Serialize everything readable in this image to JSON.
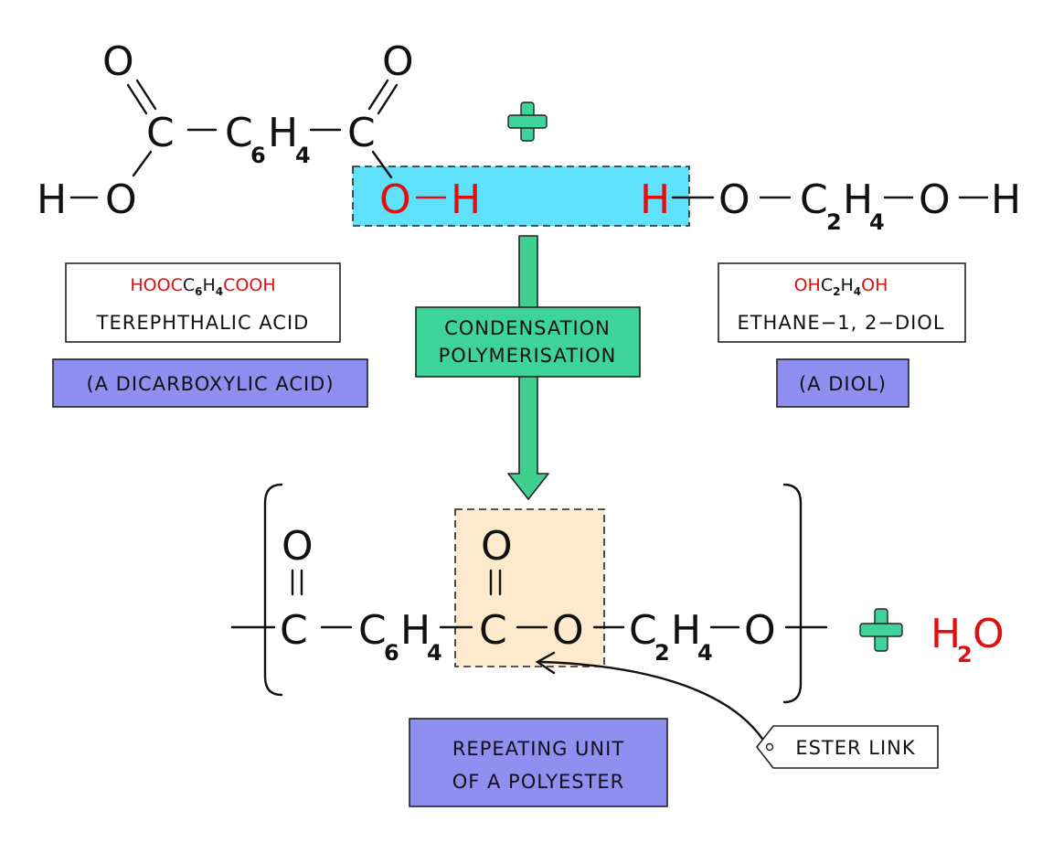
{
  "reactant_acid": {
    "atom_O_top_1": "O",
    "atom_O_top_2": "O",
    "atom_C_1": "C",
    "atom_C_2": "C",
    "group_C": "C",
    "group_C_sub": "6",
    "group_H": "H",
    "group_H_sub": "4",
    "atom_H_left": "H",
    "atom_O_left": "O",
    "atom_O_red": "O",
    "atom_H_red": "H"
  },
  "plus_sign": "+",
  "reactant_diol": {
    "atom_H_red": "H",
    "atom_O_1": "O",
    "group_C": "C",
    "group_C_sub": "2",
    "group_H": "H",
    "group_H_sub": "4",
    "atom_O_2": "O",
    "atom_H_right": "H"
  },
  "acid_box": {
    "formula_part1": "HOOC",
    "formula_C": "C",
    "formula_C_sub": "6",
    "formula_H": "H",
    "formula_H_sub": "4",
    "formula_part2": "COOH",
    "name": "TEREPHTHALIC  ACID",
    "type": "(A DICARBOXYLIC ACID)"
  },
  "diol_box": {
    "formula_part1": "OH",
    "formula_C": "C",
    "formula_C_sub": "2",
    "formula_H": "H",
    "formula_H_sub": "4",
    "formula_part2": "OH",
    "name": "ETHANE−1, 2−DIOL",
    "type": "(A  DIOL)"
  },
  "process": {
    "line1": "CONDENSATION",
    "line2": "POLYMERISATION"
  },
  "product": {
    "atom_O_top_1": "O",
    "atom_O_top_2": "O",
    "atom_C_1": "C",
    "group1_C": "C",
    "group1_C_sub": "6",
    "group1_H": "H",
    "group1_H_sub": "4",
    "atom_C_2": "C",
    "atom_O_mid": "O",
    "group2_C": "C",
    "group2_C_sub": "2",
    "group2_H": "H",
    "group2_H_sub": "4",
    "atom_O_end": "O"
  },
  "byproduct": {
    "plus": "+",
    "H": "H",
    "H_sub": "2",
    "O": "O"
  },
  "repeating_unit_label": {
    "line1": "REPEATING  UNIT",
    "line2": "OF  A  POLYESTER"
  },
  "ester_link_label": "ESTER  LINK",
  "colors": {
    "highlight_cyan": "#5fe0fb",
    "process_green": "#3ed39a",
    "arrow_green": "#3fcf8e",
    "label_purple": "#8f8ff2",
    "repeat_peach": "#fde9cc",
    "red": "#e01010"
  }
}
